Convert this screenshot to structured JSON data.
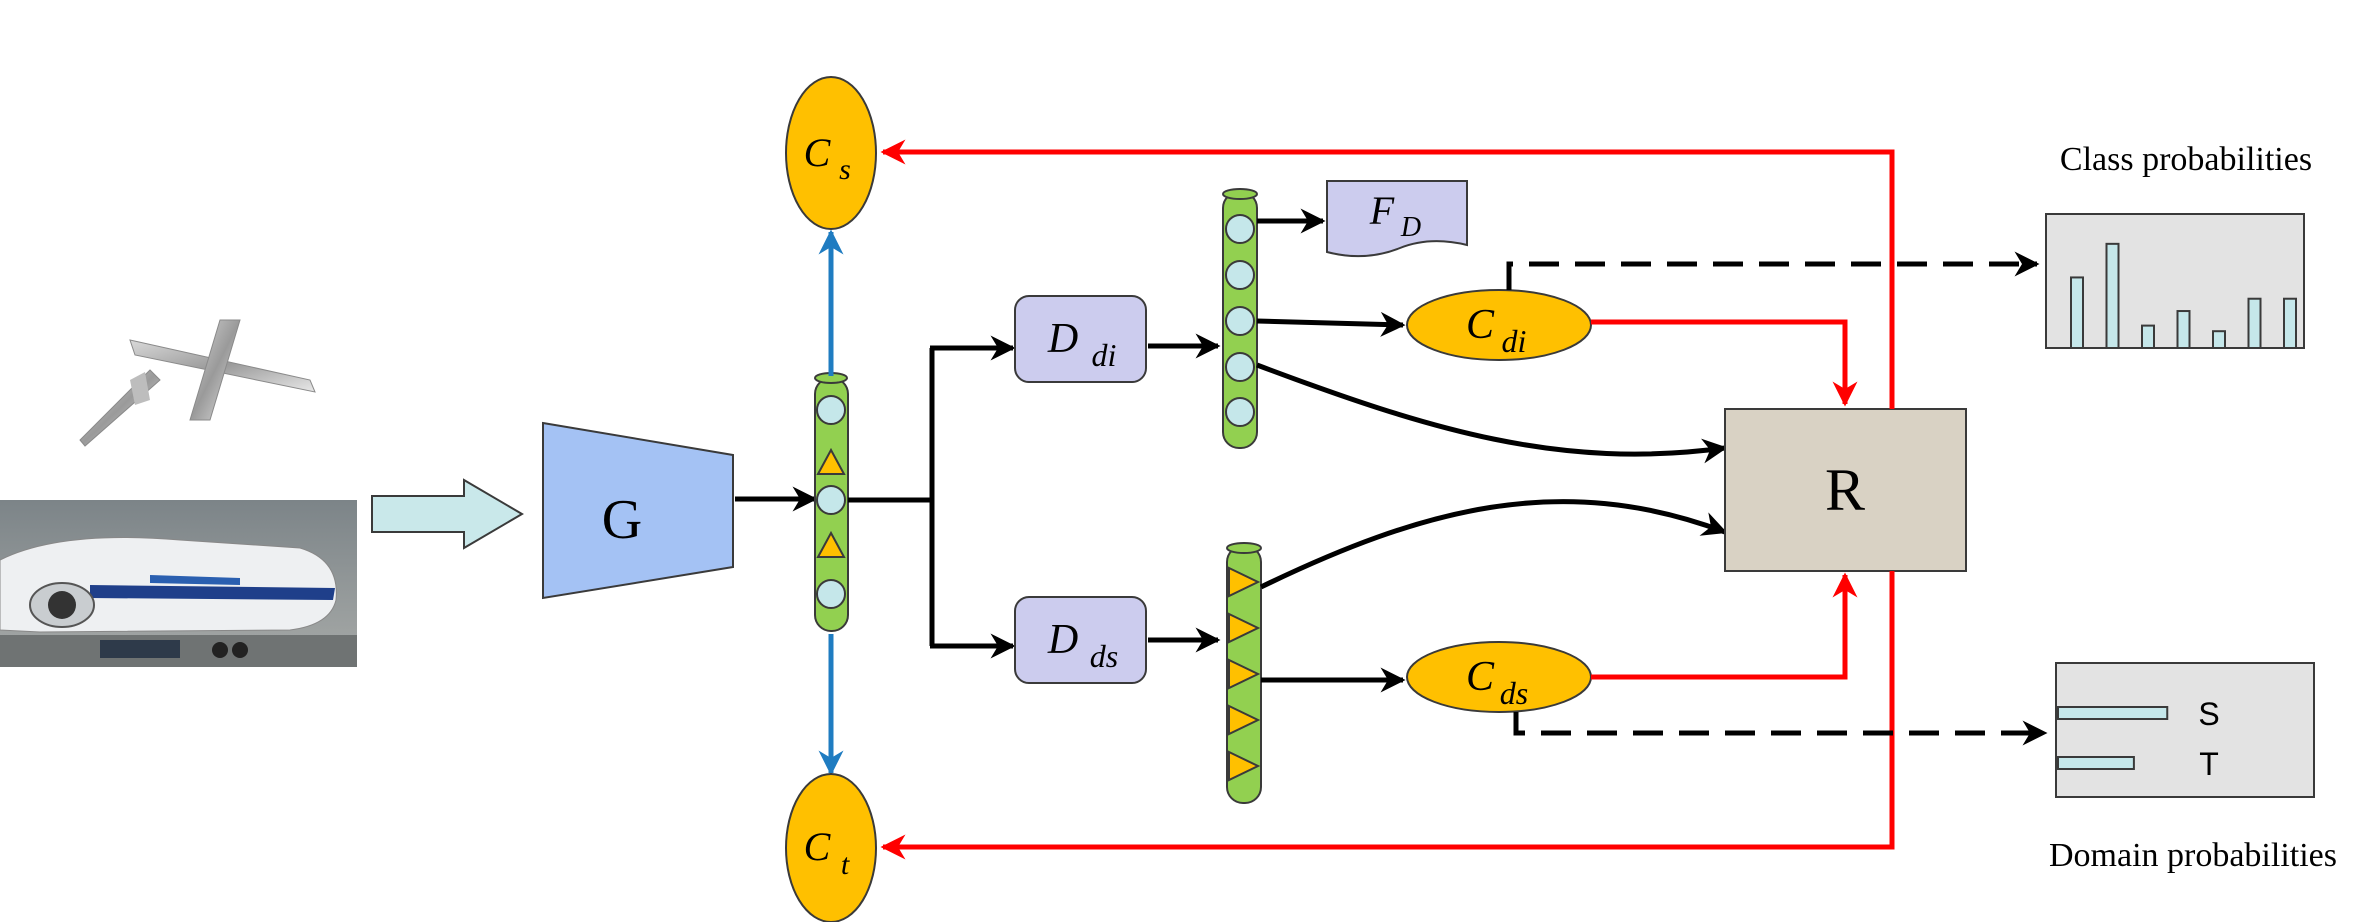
{
  "generator": {
    "label": "G"
  },
  "relation_module": {
    "label": "R"
  },
  "classifiers": {
    "source": {
      "main": "C",
      "sub": "s"
    },
    "target": {
      "main": "C",
      "sub": "t"
    },
    "domain_invariant": {
      "main": "C",
      "sub": "di"
    },
    "domain_specific": {
      "main": "C",
      "sub": "ds"
    }
  },
  "disentanglers": {
    "domain_invariant": {
      "main": "D",
      "sub": "di"
    },
    "domain_specific": {
      "main": "D",
      "sub": "ds"
    }
  },
  "feature_box": {
    "main": "F",
    "sub": "D"
  },
  "class_probabilities": {
    "title": "Class probabilities",
    "bar_values": [
      0.63,
      0.93,
      0.2,
      0.33,
      0.15,
      0.44,
      0.44
    ]
  },
  "domain_probabilities": {
    "title": "Domain probabilities",
    "bars": [
      {
        "label": "S",
        "value": 0.95
      },
      {
        "label": "T",
        "value": 0.66
      }
    ]
  },
  "colors": {
    "orange": "#FFC000",
    "lavender": "#CCCCEE",
    "generator_blue": "#A4C2F4",
    "feature_green": "#92D050",
    "node_cyan": "#C5E7EA",
    "relation_bg": "#D9D2C4",
    "red_arrow": "#FF0000",
    "blue_arrow": "#1F7CC1",
    "input_arrow": "#C9E8EA"
  }
}
